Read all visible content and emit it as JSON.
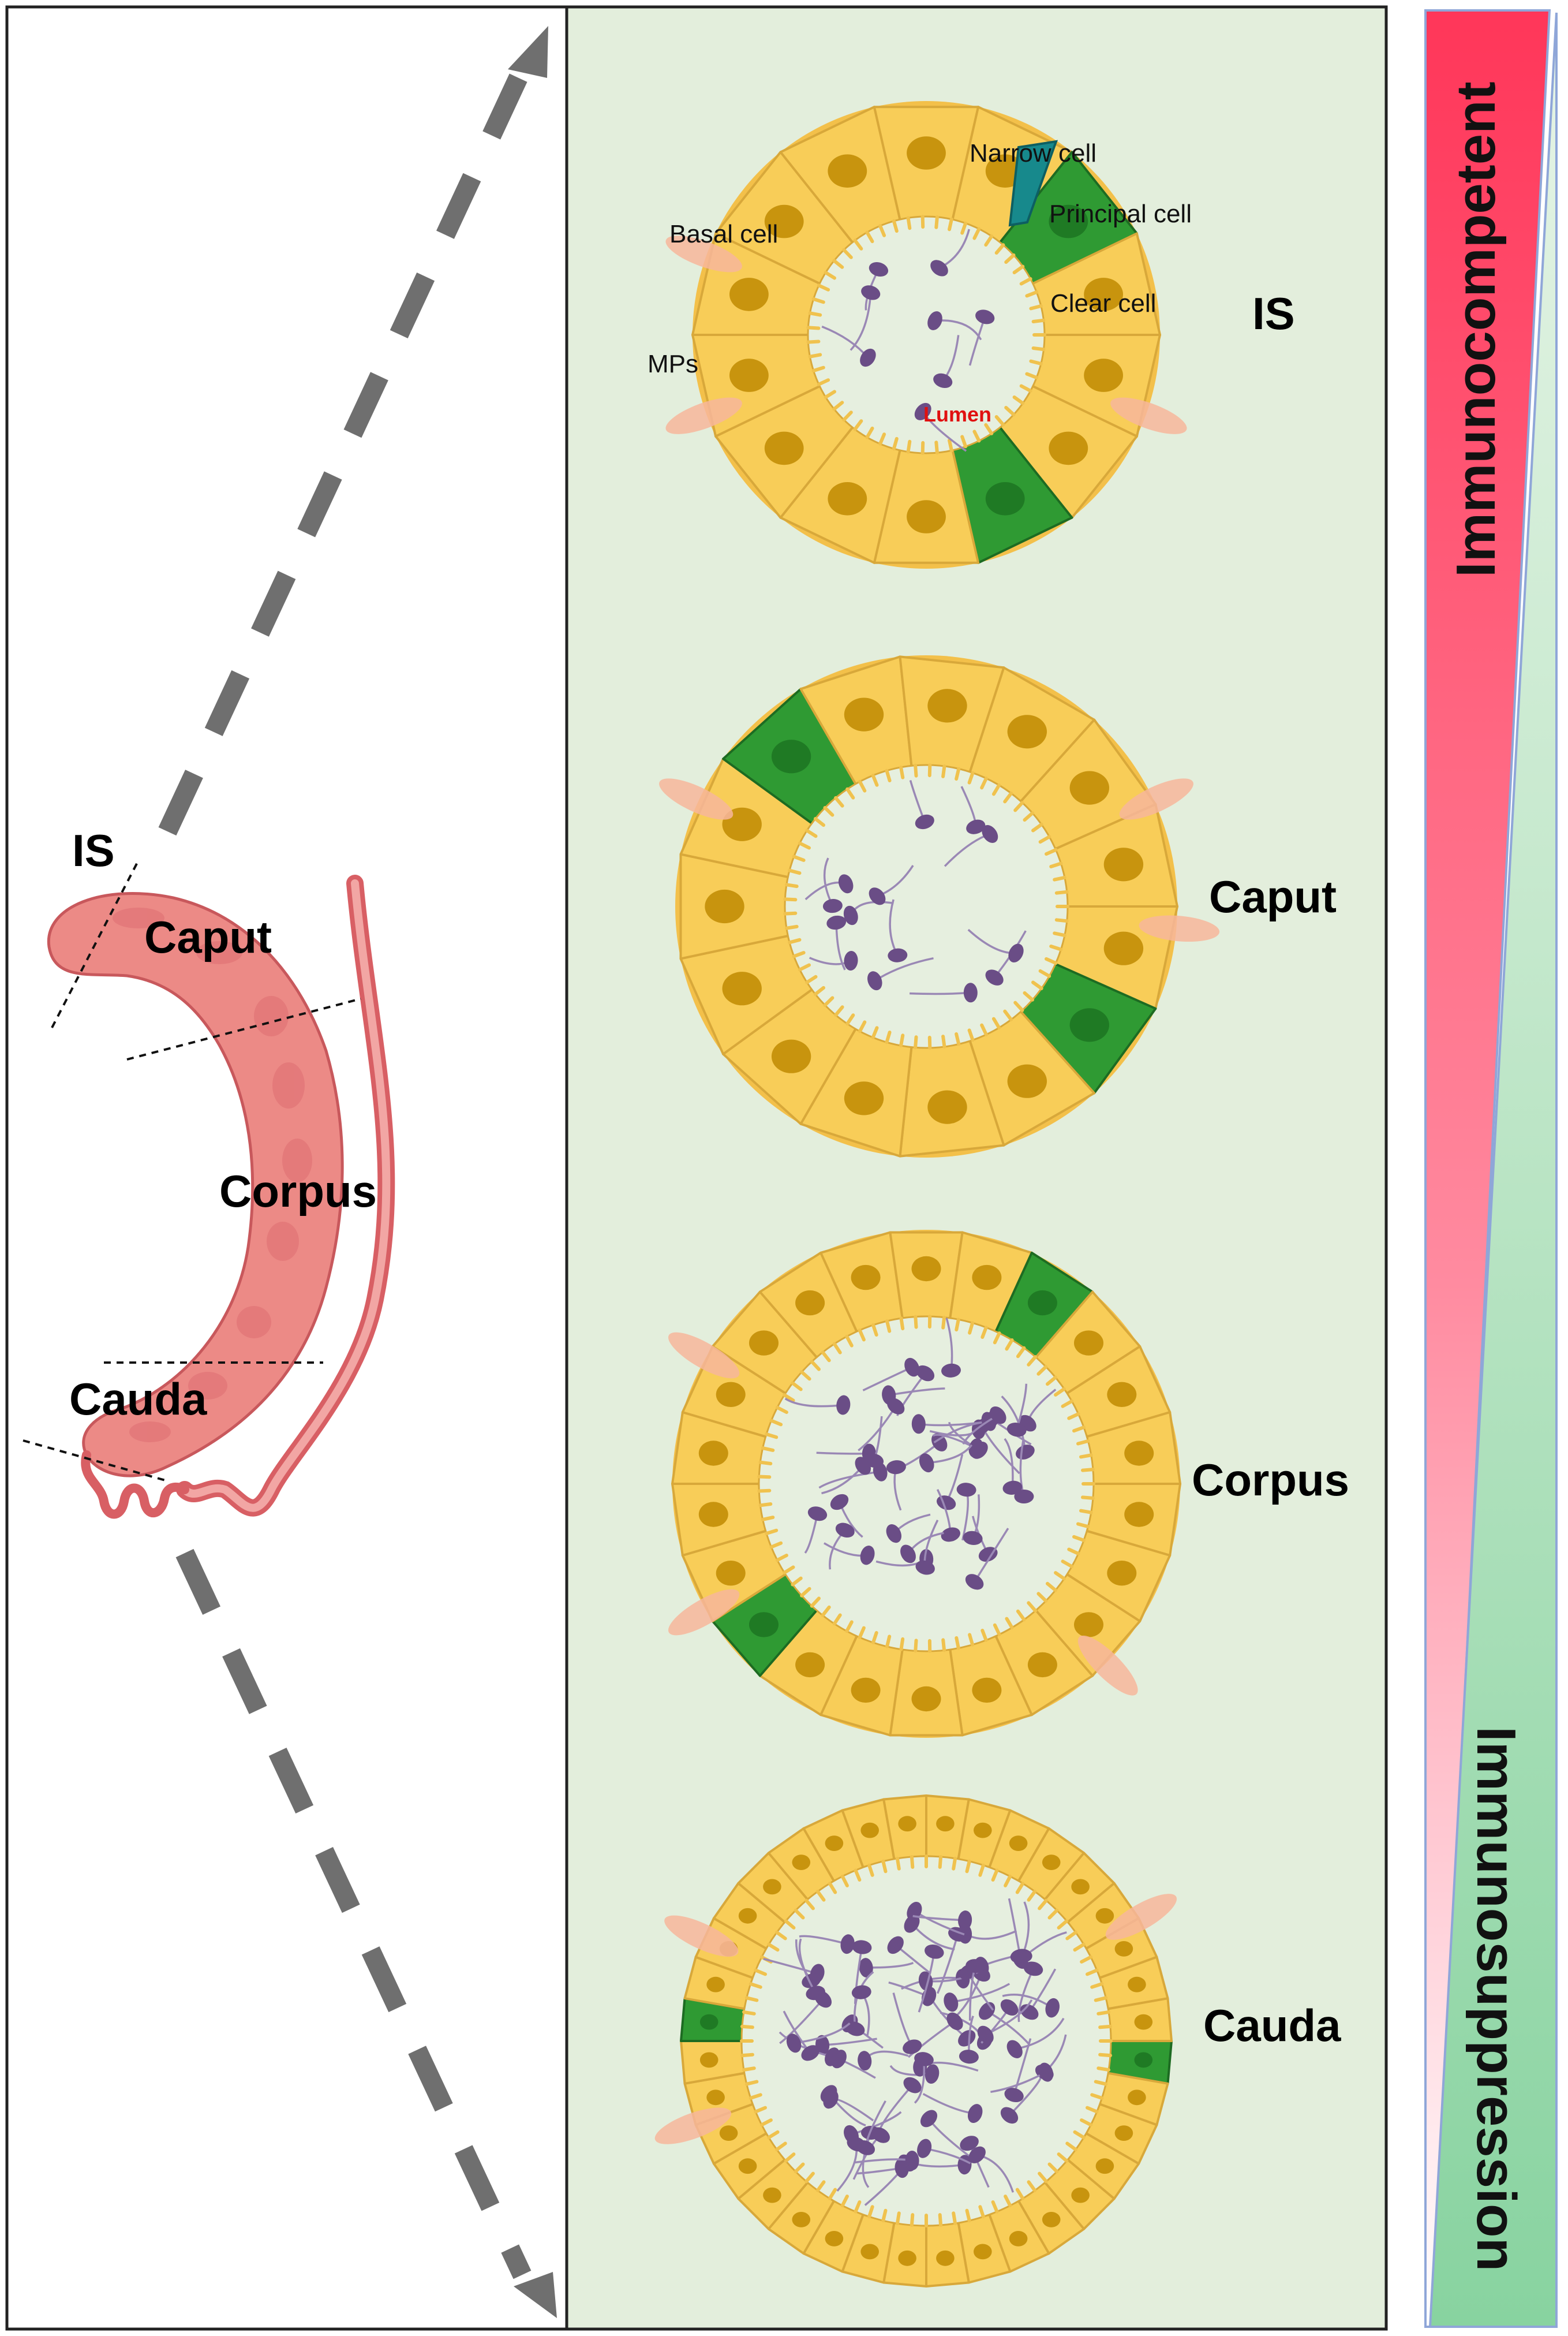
{
  "left_panel": {
    "organ_labels": {
      "is": "IS",
      "caput": "Caput",
      "corpus": "Corpus",
      "cauda": "Cauda"
    }
  },
  "middle_panel": {
    "cell_labels": {
      "narrow_cell": "Narrow cell",
      "principal_cell": "Principal cell",
      "basal_cell": "Basal cell",
      "clear_cell": "Clear cell",
      "mps": "MPs",
      "lumen": "Lumen"
    },
    "section_labels": {
      "is": "IS",
      "caput": "Caput",
      "corpus": "Corpus",
      "cauda": "Cauda"
    }
  },
  "right_panel": {
    "top_label": "Immunocompetent",
    "bottom_label": "Immunosuppression",
    "colors": {
      "competent": "#ff3d62",
      "suppression": "#8ed6a6"
    }
  },
  "colors": {
    "panel_bg": "#e3eedc",
    "principal_cell": "#f8cd58",
    "nucleus": "#c8940e",
    "clear_cell": "#2f9a33",
    "narrow_cell": "#17898c",
    "mps": "#f7b69b",
    "sperm": "#6a4d86",
    "organ": "#ec8a86"
  }
}
